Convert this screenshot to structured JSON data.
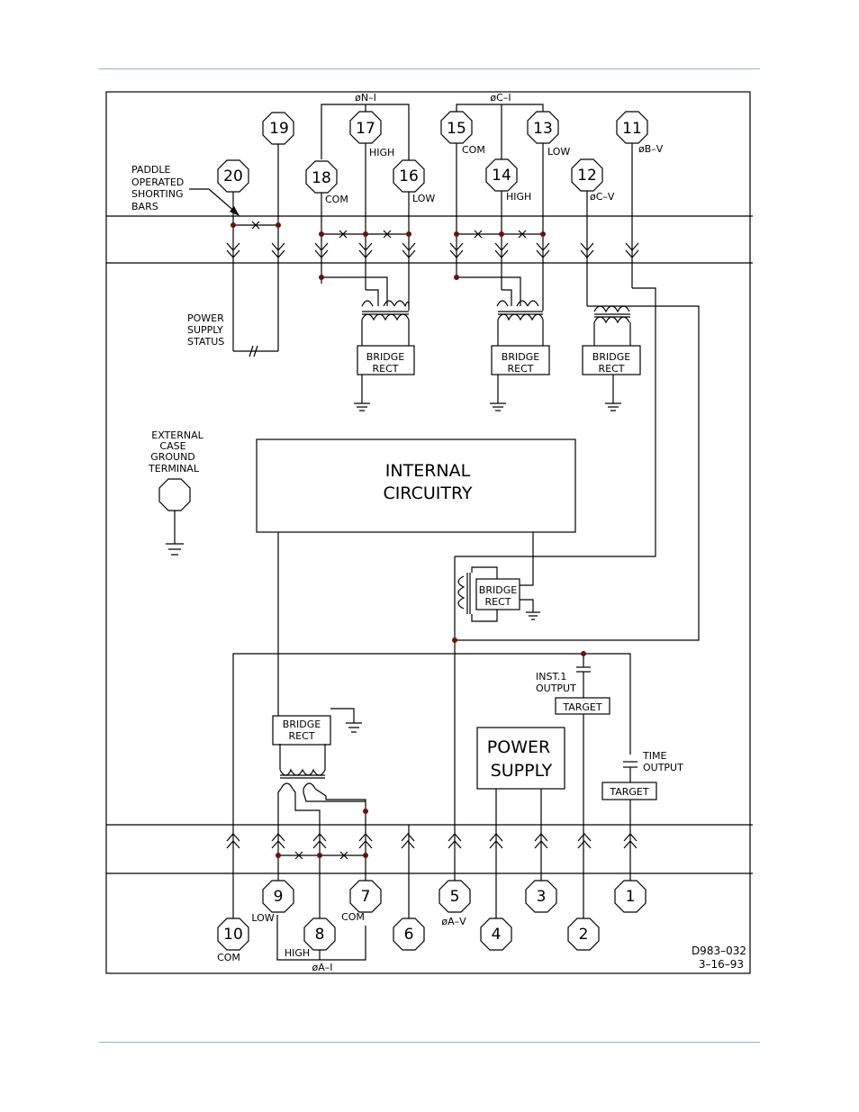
{
  "terminals_top": [
    {
      "n": "19",
      "label": ""
    },
    {
      "n": "20",
      "label": ""
    },
    {
      "n": "18",
      "label": "COM"
    },
    {
      "n": "17",
      "label": "HIGH"
    },
    {
      "n": "16",
      "label": "LOW"
    },
    {
      "n": "15",
      "label": "COM"
    },
    {
      "n": "14",
      "label": "HIGH"
    },
    {
      "n": "13",
      "label": "LOW"
    },
    {
      "n": "12",
      "label": "øC–V"
    },
    {
      "n": "11",
      "label": "øB–V"
    }
  ],
  "terminals_bottom": [
    {
      "n": "10",
      "label": "COM"
    },
    {
      "n": "9",
      "label": "LOW"
    },
    {
      "n": "8",
      "label": "HIGH"
    },
    {
      "n": "7",
      "label": "COM"
    },
    {
      "n": "6",
      "label": ""
    },
    {
      "n": "5",
      "label": "øA–V"
    },
    {
      "n": "4",
      "label": ""
    },
    {
      "n": "3",
      "label": ""
    },
    {
      "n": "2",
      "label": ""
    },
    {
      "n": "1",
      "label": ""
    }
  ],
  "group_labels": {
    "n_i": "øN–I",
    "c_i": "øC–I",
    "a_i": "øA–I"
  },
  "paddle": [
    "PADDLE",
    "OPERATED",
    "SHORTING",
    "BARS"
  ],
  "power_status": [
    "POWER",
    "SUPPLY",
    "STATUS"
  ],
  "ground_terminal": [
    "EXTERNAL",
    "CASE",
    "GROUND",
    "TERMINAL"
  ],
  "bridge_rect": [
    "BRIDGE",
    "RECT"
  ],
  "internal": [
    "INTERNAL",
    "CIRCUITRY"
  ],
  "power_supply": [
    "POWER",
    "SUPPLY"
  ],
  "inst_output": [
    "INST.1",
    "OUTPUT"
  ],
  "time_output": [
    "TIME",
    "OUTPUT"
  ],
  "target": "TARGET",
  "drawing_no": "D983–032",
  "drawing_date": "3–16–93"
}
